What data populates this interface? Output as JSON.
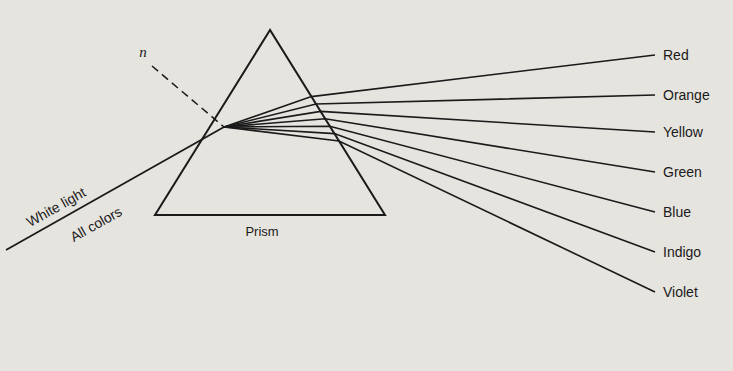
{
  "diagram": {
    "labels": [
      "n",
      "White light",
      "All colors",
      "Prism",
      "Red",
      "Orange",
      "Yellow",
      "Green",
      "Blue",
      "Indigo",
      "Violet"
    ]
  }
}
